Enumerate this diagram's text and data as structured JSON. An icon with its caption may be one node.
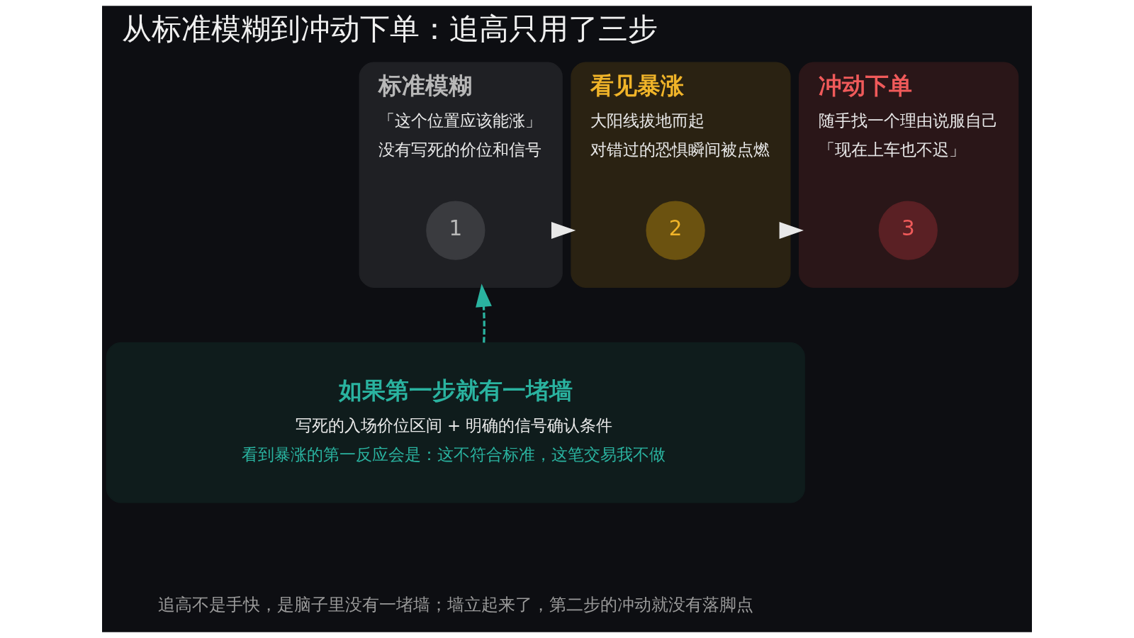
{
  "diagram": {
    "title": "从标准模糊到冲动下单：追高只用了三步",
    "nodes": [
      {
        "text": [
          "标准模糊",
          "「这个位置应该能涨」",
          "没有写死的价位和信号"
        ]
      },
      {
        "text": [
          "1"
        ],
        "in": 0
      },
      {
        "text": [
          "看见暴涨",
          "大阳线拔地而起",
          "对错过的恐惧瞬间被点燃"
        ]
      },
      {
        "text": [
          "2"
        ],
        "in": 2
      },
      {
        "text": [
          "冲动下单",
          "随手找一个理由说服自己",
          "「现在上车也不迟」"
        ]
      },
      {
        "text": [
          "3"
        ],
        "in": 4
      },
      {
        "text": [
          "如果第一步就有一堵墙",
          "写死的入场价位区间 + 明确的信号确认条件",
          "看到暴涨的第一反应会是：这不符合标准，这笔交易我不做"
        ]
      }
    ],
    "edges": [
      {
        "from": 0,
        "to": 2,
        "arrow": "to"
      },
      {
        "from": 2,
        "to": 4,
        "arrow": "to"
      },
      {
        "from": 6,
        "to": 0,
        "arrow": "to",
        "style": "dashed",
        "color": "#2ab3a0"
      }
    ],
    "labels": [
      "追高不是手快，是脑子里没有一堵墙；墙立起来了，第二步的冲动就没有落脚点"
    ]
  }
}
